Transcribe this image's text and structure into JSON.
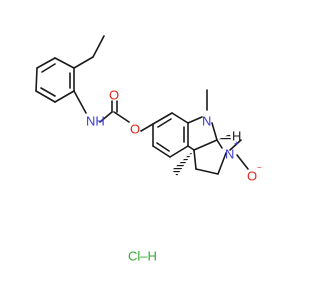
{
  "structure": {
    "atoms": {
      "amide_nh": "NH",
      "carbonyl_o": "O",
      "ester_o": "O",
      "indoline_n": "N",
      "indoline_h": "H",
      "pyrrolidine_n": "N",
      "n_plus": "+",
      "n_oxide_o": "O",
      "o_minus": "−"
    },
    "salt": "Cl–H"
  },
  "colors": {
    "bond": "#1a1a1a",
    "nitrogen": "#3b3bd6",
    "oxygen": "#e0261b",
    "chlorine": "#2eaa2e",
    "hydrogen_text": "#1a1a1a"
  }
}
